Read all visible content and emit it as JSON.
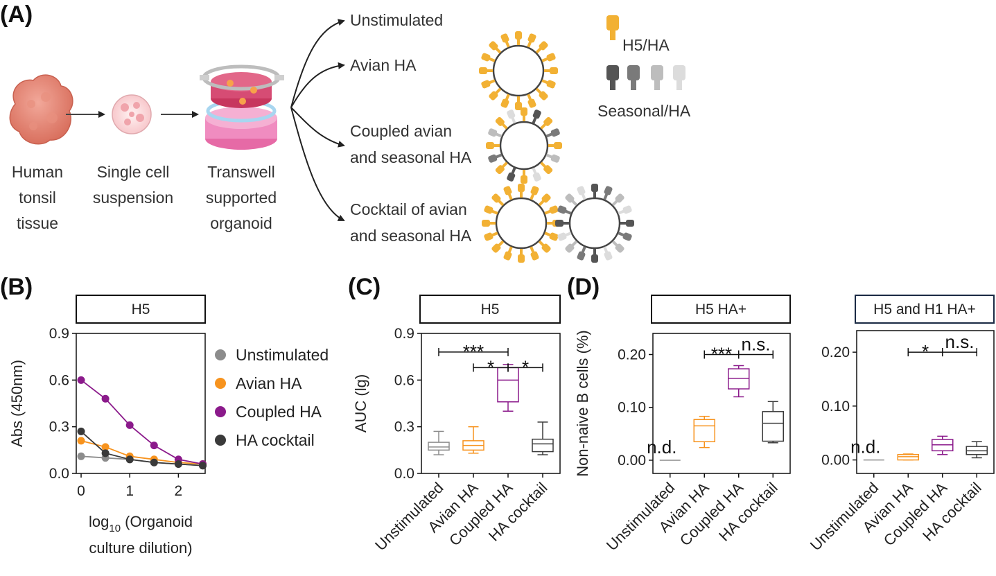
{
  "colors": {
    "unstim": "#8c8c8c",
    "avian": "#f7931e",
    "coupled": "#8b1a8b",
    "cocktail": "#3a3a3a",
    "haGold": "#f2b134",
    "haGoldDark": "#d08d14",
    "haGray1": "#555555",
    "haGray2": "#7a7a7a",
    "haGray3": "#bdbdbd",
    "haGray4": "#dcdcdc",
    "boxD2Title": "#1a2a44"
  },
  "panelA": {
    "letter": "(A)",
    "steps": [
      {
        "lines": [
          "Human",
          "tonsil",
          "tissue"
        ]
      },
      {
        "lines": [
          "Single cell",
          "suspension"
        ]
      },
      {
        "lines": [
          "Transwell",
          "supported",
          "organoid"
        ]
      }
    ],
    "conditions": [
      {
        "lines": [
          "Unstimulated"
        ]
      },
      {
        "lines": [
          "Avian HA"
        ]
      },
      {
        "lines": [
          "Coupled avian",
          "and seasonal HA"
        ]
      },
      {
        "lines": [
          "Cocktail of avian",
          "and seasonal HA"
        ]
      }
    ],
    "legend_h5": "H5/HA",
    "legend_seasonal": "Seasonal/HA"
  },
  "panelB": {
    "letter": "(B)",
    "box_title": "H5",
    "legend": [
      "Unstimulated",
      "Avian HA",
      "Coupled HA",
      "HA cocktail"
    ]
  },
  "panelC": {
    "letter": "(C)",
    "box_title": "H5",
    "significance": [
      "***",
      "*",
      "*"
    ]
  },
  "panelD": {
    "letter": "(D)",
    "box_title_1": "H5 HA+",
    "box_title_2": "H5 and H1 HA+",
    "significance_1": [
      "***",
      "n.s."
    ],
    "significance_2": [
      "*",
      "n.s."
    ],
    "nd_label": "n.d."
  },
  "chart_data": [
    {
      "id": "B",
      "type": "line",
      "title": "H5",
      "xlabel_main": "log",
      "xlabel_sub": "10",
      "xlabel_rest": " (Organoid",
      "xlabel_line2": "culture dilution)",
      "ylabel": "Abs (450nm)",
      "xlim": [
        -0.1,
        2.55
      ],
      "ylim": [
        0,
        0.9
      ],
      "xticks": [
        "0",
        "1",
        "2"
      ],
      "yticks": [
        "0.0",
        "0.3",
        "0.6",
        "0.9"
      ],
      "x": [
        0,
        0.5,
        1,
        1.5,
        2,
        2.5
      ],
      "series": [
        {
          "name": "Unstimulated",
          "color_key": "unstim",
          "values": [
            0.11,
            0.1,
            0.09,
            0.07,
            0.06,
            0.05
          ]
        },
        {
          "name": "Avian HA",
          "color_key": "avian",
          "values": [
            0.21,
            0.17,
            0.11,
            0.09,
            0.07,
            0.06
          ]
        },
        {
          "name": "Coupled HA",
          "color_key": "coupled",
          "values": [
            0.6,
            0.48,
            0.31,
            0.18,
            0.09,
            0.06
          ]
        },
        {
          "name": "HA cocktail",
          "color_key": "cocktail",
          "values": [
            0.27,
            0.13,
            0.09,
            0.07,
            0.06,
            0.05
          ]
        }
      ]
    },
    {
      "id": "C",
      "type": "box",
      "title": "H5",
      "ylabel": "AUC (lg)",
      "ylim": [
        0,
        0.9
      ],
      "yticks": [
        "0.0",
        "0.3",
        "0.6",
        "0.9"
      ],
      "categories": [
        "Unstimulated",
        "Avian HA",
        "Coupled HA",
        "HA cocktail"
      ],
      "boxes": [
        {
          "min": 0.12,
          "q1": 0.15,
          "median": 0.17,
          "q3": 0.2,
          "max": 0.27,
          "color_key": "unstim"
        },
        {
          "min": 0.13,
          "q1": 0.15,
          "median": 0.18,
          "q3": 0.21,
          "max": 0.3,
          "color_key": "avian"
        },
        {
          "min": 0.4,
          "q1": 0.46,
          "median": 0.6,
          "q3": 0.68,
          "max": 0.7,
          "color_key": "coupled"
        },
        {
          "min": 0.12,
          "q1": 0.14,
          "median": 0.19,
          "q3": 0.22,
          "max": 0.33,
          "color_key": "cocktail"
        }
      ],
      "comparisons": [
        {
          "from": 0,
          "to": 2,
          "label": "***",
          "y": 0.78
        },
        {
          "from": 1,
          "to": 2,
          "label": "*",
          "y": 0.68
        },
        {
          "from": 2,
          "to": 3,
          "label": "*",
          "y": 0.68
        }
      ]
    },
    {
      "id": "D1",
      "type": "box",
      "title": "H5 HA+",
      "ylabel": "Non-naive B cells (%)",
      "ylim": [
        -0.025,
        0.24
      ],
      "yticks": [
        "0.00",
        "0.10",
        "0.20"
      ],
      "ytick_values": [
        0,
        0.1,
        0.2
      ],
      "categories": [
        "Unstimulated",
        "Avian HA",
        "Coupled HA",
        "HA cocktail"
      ],
      "boxes": [
        {
          "min": 0,
          "q1": 0,
          "median": 0,
          "q3": 0,
          "max": 0,
          "color_key": "unstim",
          "nd": true
        },
        {
          "min": 0.024,
          "q1": 0.035,
          "median": 0.065,
          "q3": 0.077,
          "max": 0.083,
          "color_key": "avian"
        },
        {
          "min": 0.12,
          "q1": 0.135,
          "median": 0.155,
          "q3": 0.173,
          "max": 0.179,
          "color_key": "coupled"
        },
        {
          "min": 0.033,
          "q1": 0.036,
          "median": 0.07,
          "q3": 0.092,
          "max": 0.111,
          "color_key": "cocktail"
        }
      ],
      "comparisons": [
        {
          "from": 1,
          "to": 2,
          "label": "***",
          "y": 0.2
        },
        {
          "from": 2,
          "to": 3,
          "label": "n.s.",
          "y": 0.2
        }
      ]
    },
    {
      "id": "D2",
      "type": "box",
      "title": "H5 and H1 HA+",
      "ylabel": "",
      "ylim": [
        -0.025,
        0.24
      ],
      "yticks": [
        "0.00",
        "0.10",
        "0.20"
      ],
      "ytick_values": [
        0,
        0.1,
        0.2
      ],
      "categories": [
        "Unstimulated",
        "Avian HA",
        "Coupled HA",
        "HA cocktail"
      ],
      "boxes": [
        {
          "min": 0,
          "q1": 0,
          "median": 0,
          "q3": 0,
          "max": 0,
          "color_key": "unstim",
          "nd": true
        },
        {
          "min": 0.0,
          "q1": 0.0,
          "median": 0.006,
          "q3": 0.01,
          "max": 0.011,
          "color_key": "avian"
        },
        {
          "min": 0.01,
          "q1": 0.017,
          "median": 0.028,
          "q3": 0.038,
          "max": 0.044,
          "color_key": "coupled"
        },
        {
          "min": 0.004,
          "q1": 0.01,
          "median": 0.017,
          "q3": 0.025,
          "max": 0.034,
          "color_key": "cocktail"
        }
      ],
      "comparisons": [
        {
          "from": 1,
          "to": 2,
          "label": "*",
          "y": 0.2
        },
        {
          "from": 2,
          "to": 3,
          "label": "n.s.",
          "y": 0.2
        }
      ]
    }
  ]
}
